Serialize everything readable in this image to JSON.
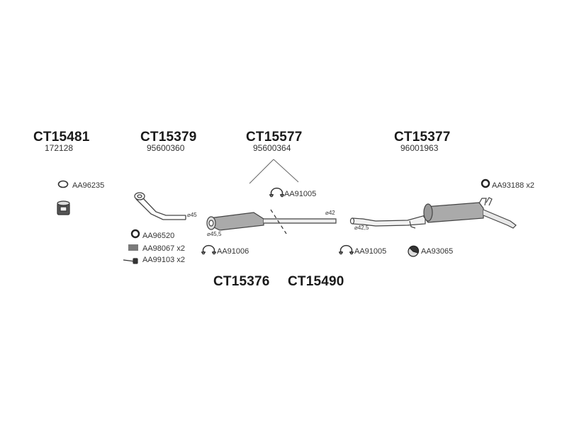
{
  "groups": [
    {
      "code": "CT15481",
      "number": "172128"
    },
    {
      "code": "CT15379",
      "number": "95600360"
    },
    {
      "code": "CT15577",
      "number": "95600364"
    },
    {
      "code": "CT15377",
      "number": "96001963"
    }
  ],
  "bottom_codes": [
    "CT15376",
    "CT15490"
  ],
  "parts": {
    "gasket_top_left": "AA96235",
    "gasket_ring": "AA96520",
    "spring": "AA98067 x2",
    "bolt": "AA99103 x2",
    "clamp_left": "AA91006",
    "clamp_center": "AA91005",
    "clamp_right": "AA91005",
    "mount_right": "AA93065",
    "ring_top_right": "AA93188 x2"
  },
  "dimensions": {
    "d45": "⌀45",
    "d45_5": "⌀45,5",
    "d42": "⌀42",
    "d42_5": "⌀42,5"
  }
}
